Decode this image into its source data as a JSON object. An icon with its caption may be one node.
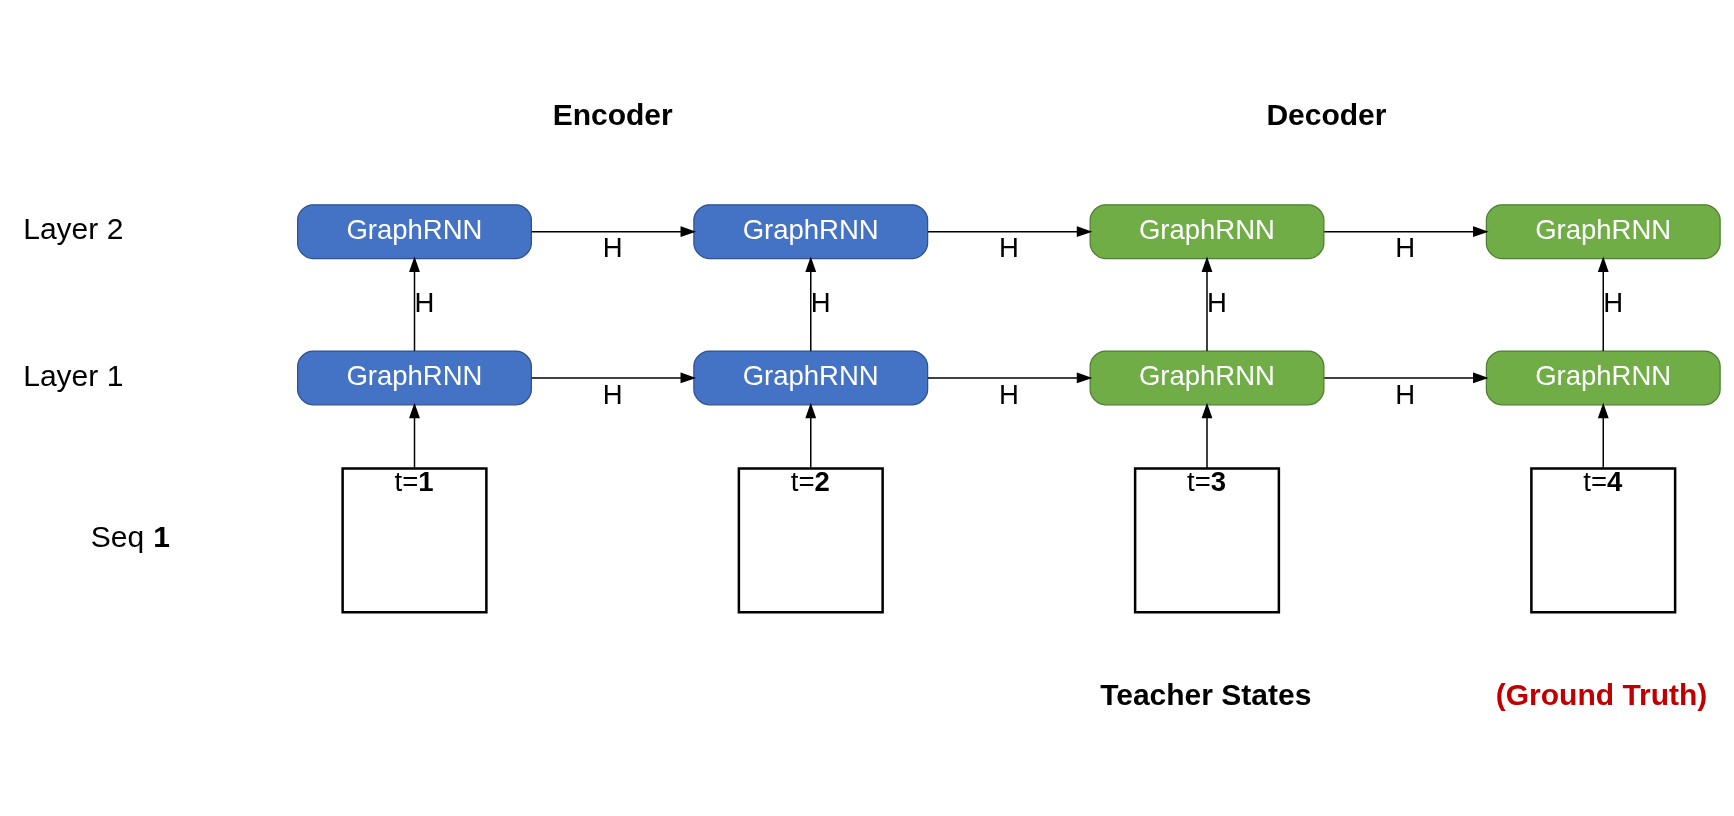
{
  "diagram": {
    "nodes": [
      {
        "text": [
          "GraphRNN"
        ]
      },
      {
        "text": [
          "GraphRNN"
        ]
      },
      {
        "text": [
          "GraphRNN"
        ]
      },
      {
        "text": [
          "GraphRNN"
        ]
      },
      {
        "text": [
          "GraphRNN"
        ]
      },
      {
        "text": [
          "GraphRNN"
        ]
      },
      {
        "text": [
          "GraphRNN"
        ]
      },
      {
        "text": [
          "GraphRNN"
        ]
      },
      {
        "text": [
          "t=**1**"
        ]
      },
      {
        "text": [
          "t=**2**"
        ]
      },
      {
        "text": [
          "t=**3**"
        ]
      },
      {
        "text": [
          "t=**4**"
        ]
      }
    ],
    "edges": [
      {
        "from": 0,
        "to": 1,
        "arrow": "to",
        "label": "H"
      },
      {
        "from": 1,
        "to": 2,
        "arrow": "to",
        "label": "H"
      },
      {
        "from": 2,
        "to": 3,
        "arrow": "to",
        "label": "H"
      },
      {
        "from": 4,
        "to": 0,
        "arrow": "to",
        "label": "H"
      },
      {
        "from": 5,
        "to": 1,
        "arrow": "to",
        "label": "H"
      },
      {
        "from": 6,
        "to": 2,
        "arrow": "to",
        "label": "H"
      },
      {
        "from": 7,
        "to": 3,
        "arrow": "to",
        "label": "H"
      },
      {
        "from": 4,
        "to": 5,
        "arrow": "to",
        "label": "H"
      },
      {
        "from": 5,
        "to": 6,
        "arrow": "to",
        "label": "H"
      },
      {
        "from": 6,
        "to": 7,
        "arrow": "to",
        "label": "H"
      },
      {
        "from": 8,
        "to": 4,
        "arrow": "to"
      },
      {
        "from": 9,
        "to": 5,
        "arrow": "to"
      },
      {
        "from": 10,
        "to": 6,
        "arrow": "to"
      },
      {
        "from": 11,
        "to": 7,
        "arrow": "to"
      }
    ],
    "labels": [
      "Encoder",
      "Decoder",
      "Layer 2",
      "Layer 1",
      "Seq **1**",
      "Teacher States",
      "(Ground Truth)"
    ]
  }
}
